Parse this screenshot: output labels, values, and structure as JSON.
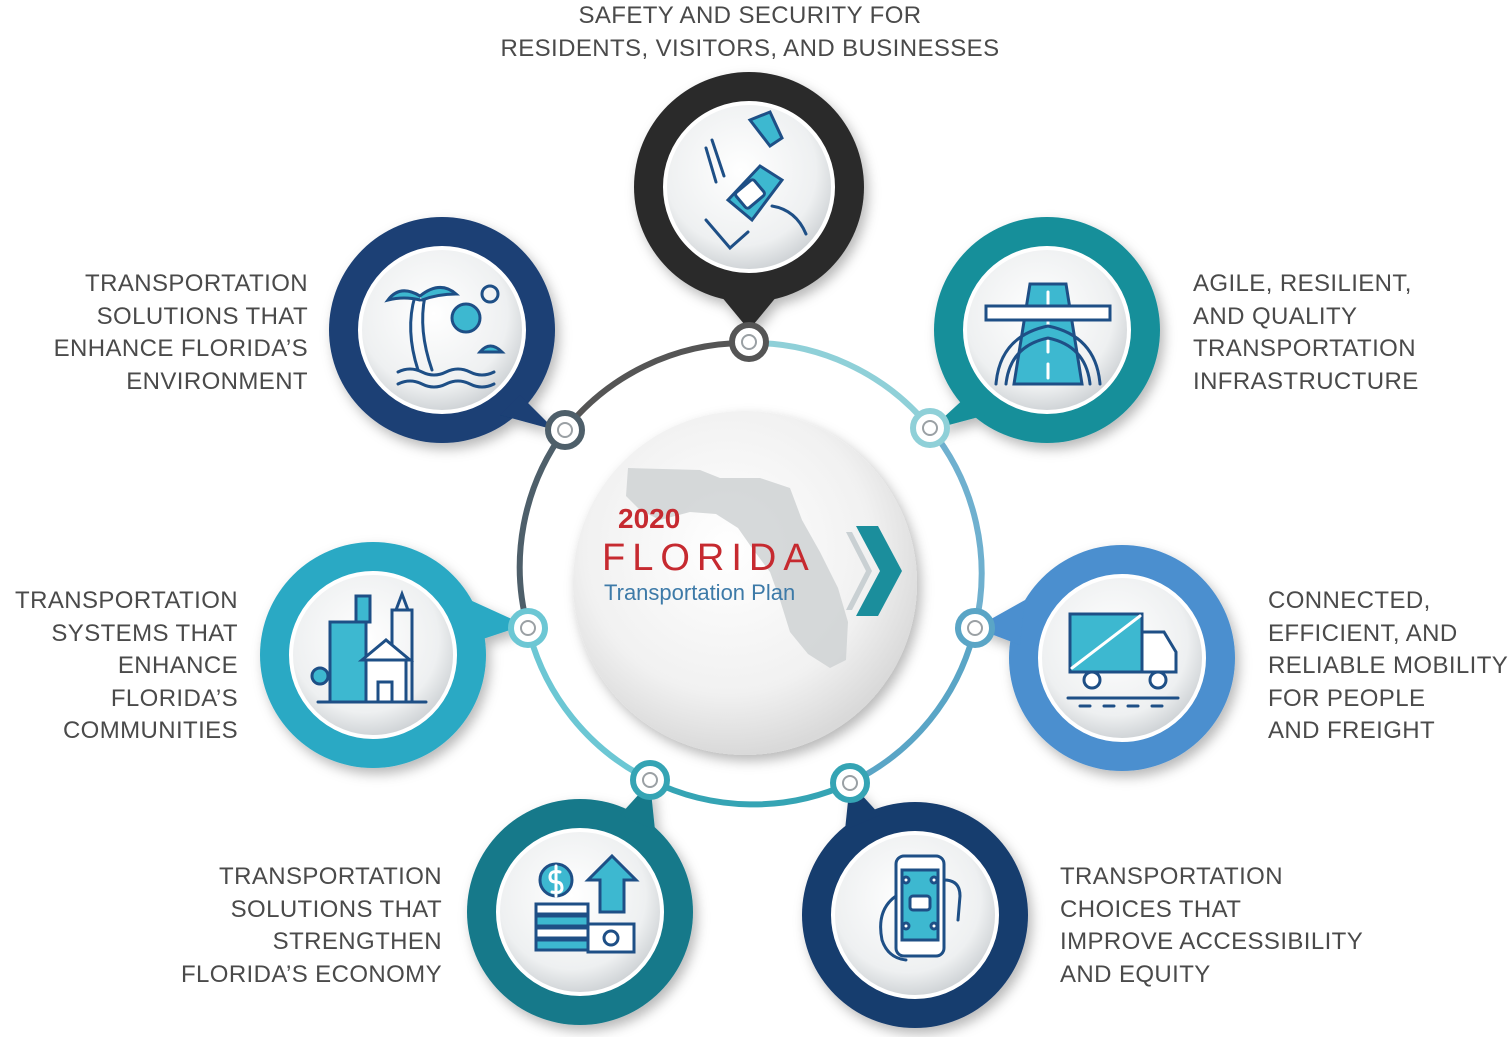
{
  "center": {
    "year": "2020",
    "state": "FLORIDA",
    "plan": "Transportation Plan"
  },
  "goals": {
    "safety": [
      "SAFETY AND SECURITY FOR",
      "RESIDENTS, VISITORS, AND BUSINESSES"
    ],
    "environment": [
      "TRANSPORTATION",
      "SOLUTIONS THAT",
      "ENHANCE FLORIDA’S",
      "ENVIRONMENT"
    ],
    "infrastructure": [
      "AGILE, RESILIENT,",
      "AND QUALITY",
      "TRANSPORTATION",
      "INFRASTRUCTURE"
    ],
    "communities": [
      "TRANSPORTATION",
      "SYSTEMS THAT",
      "ENHANCE",
      "FLORIDA’S",
      "COMMUNITIES"
    ],
    "mobility": [
      "CONNECTED,",
      "EFFICIENT, AND",
      "RELIABLE MOBILITY",
      "FOR PEOPLE",
      "AND FREIGHT"
    ],
    "economy": [
      "TRANSPORTATION",
      "SOLUTIONS THAT",
      "STRENGTHEN",
      "FLORIDA’S ECONOMY"
    ],
    "equity": [
      "TRANSPORTATION",
      "CHOICES THAT",
      "IMPROVE ACCESSIBILITY",
      "AND EQUITY"
    ]
  },
  "colors": {
    "year_red": "#c62a30",
    "florida_red": "#c62a30",
    "plan_blue": "#3d7aa8",
    "chevron_teal": "#1b8e9c",
    "ring_dark": "#4a4a4a",
    "ring_teal": "#3fb0c0",
    "safety_ring": "#2b2b2b",
    "environment_ring": "#1a3f74",
    "infrastructure_ring": "#178f9a",
    "communities_ring": "#2aa9c4",
    "mobility_ring": "#4b8fcf",
    "economy_ring": "#15798a",
    "equity_ring": "#183c6e",
    "icon_stroke": "#1e4f86",
    "icon_fill": "#3db8d0"
  },
  "icons": {
    "safety": "seatbelt-icon",
    "environment": "palm-tree-beach-icon",
    "infrastructure": "highway-overpass-icon",
    "communities": "city-buildings-icon",
    "mobility": "delivery-truck-icon",
    "economy": "money-growth-icon",
    "equity": "phone-rideshare-icon"
  }
}
